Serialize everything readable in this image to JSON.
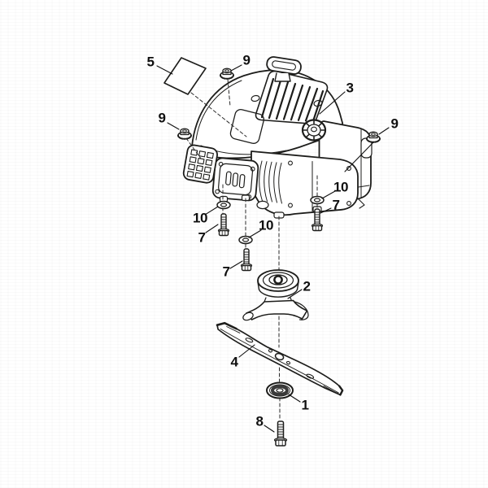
{
  "diagram": {
    "kind": "exploded-parts-diagram",
    "subject": "engine-and-blade-assembly",
    "background_color": "#ffffff",
    "line_color": "#1d1d1b",
    "callout_color": "#0f0f0f",
    "axis_line_style": "dashed",
    "callouts": [
      {
        "label": "5",
        "part": "label-plate"
      },
      {
        "label": "9",
        "part": "flange-nut-top"
      },
      {
        "label": "3",
        "part": "engine"
      },
      {
        "label": "9",
        "part": "flange-nut-left"
      },
      {
        "label": "9",
        "part": "flange-nut-right"
      },
      {
        "label": "10",
        "part": "washer-right"
      },
      {
        "label": "7",
        "part": "mount-bolt-right"
      },
      {
        "label": "10",
        "part": "washer-left"
      },
      {
        "label": "10",
        "part": "washer-middle"
      },
      {
        "label": "7",
        "part": "mount-bolt-left"
      },
      {
        "label": "7",
        "part": "mount-bolt-middle"
      },
      {
        "label": "2",
        "part": "blade-adapter"
      },
      {
        "label": "4",
        "part": "blade"
      },
      {
        "label": "1",
        "part": "blade-washer"
      },
      {
        "label": "8",
        "part": "blade-bolt"
      }
    ]
  }
}
